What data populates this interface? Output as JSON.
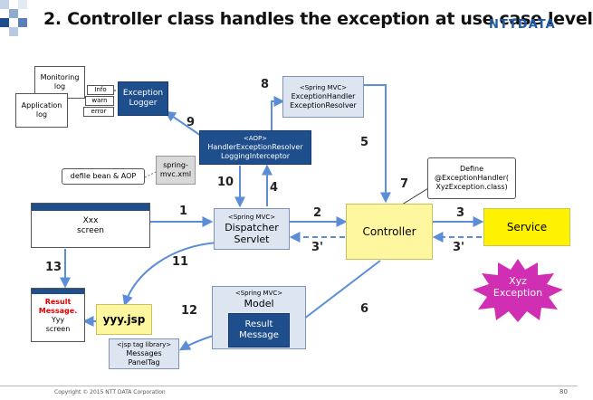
{
  "title": "2. Controller class handles the exception at use case level",
  "brand": "NTTDATA",
  "nodes": {
    "monitoring_log": [
      "Monitoring",
      "log"
    ],
    "application_log": [
      "Application",
      "log"
    ],
    "log_levels": [
      "Info",
      "warn",
      "error"
    ],
    "exception_logger": [
      "Exception",
      "Logger"
    ],
    "exception_handler_resolver": [
      "<Spring MVC>",
      "ExceptionHandler",
      "ExceptionResolver"
    ],
    "handler_interceptor": [
      "<AOP>",
      "HandlerExceptionResolver",
      "LoggingInterceptor"
    ],
    "spring_mvc_xml": [
      "spring-",
      "mvc.xml"
    ],
    "define_bean": "defile bean & AOP",
    "define_note": [
      "Define",
      "@ExceptionHandler(",
      "XyzException.class)"
    ],
    "xxx_screen": [
      "Xxx",
      "screen"
    ],
    "dispatcher_servlet": [
      "<Spring MVC>",
      "Dispatcher",
      "Servlet"
    ],
    "controller": "Controller",
    "service": "Service",
    "xyz_exception": [
      "Xyz",
      "Exception"
    ],
    "result_screen": [
      "Result",
      "Message.",
      "Yyy",
      "screen"
    ],
    "yyy_jsp": "yyy.jsp",
    "model": [
      "<Spring MVC>",
      "Model"
    ],
    "result_message": [
      "Result",
      "Message"
    ],
    "messages_panel_tag": [
      "<jsp tag library>",
      "Messages",
      "PanelTag"
    ]
  },
  "steps": {
    "s1": "1",
    "s2": "2",
    "s3": "3",
    "s3p_a": "3'",
    "s3p_b": "3'",
    "s4": "4",
    "s5": "5",
    "s6": "6",
    "s7": "7",
    "s8": "8",
    "s9": "9",
    "s10": "10",
    "s11": "11",
    "s12": "12",
    "s13": "13"
  },
  "footer": "Copyright © 2015 NTT DATA Corporation",
  "page_number": "80",
  "colors": {
    "dark_blue": "#1f4e8c",
    "light_blue": "#dde5f1",
    "yellow": "#fff7a0",
    "service_yellow": "#fff200",
    "burst_magenta": "#d12fb3",
    "arrow_blue": "#5b8ed6",
    "red_text": "#e00000"
  }
}
